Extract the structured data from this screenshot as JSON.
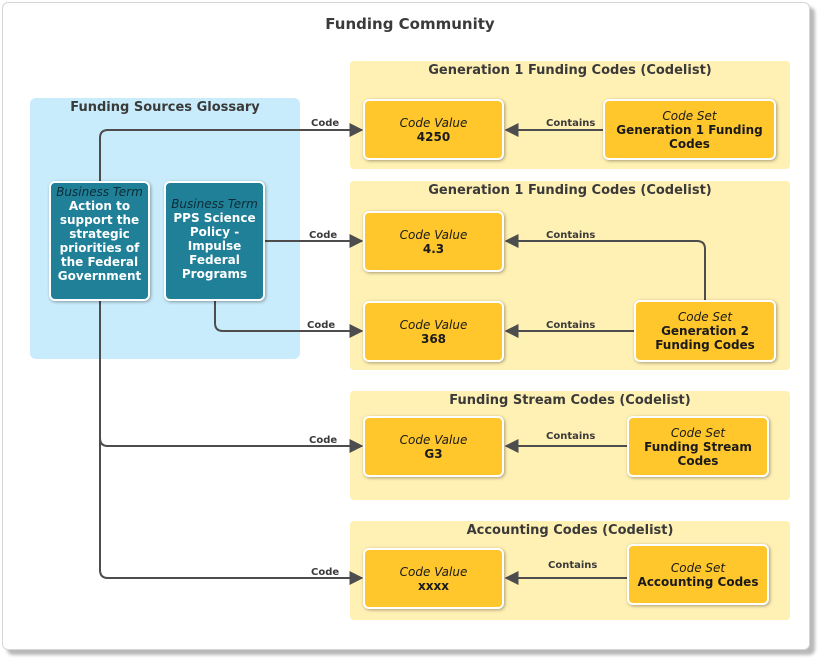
{
  "diagram": {
    "title": "Funding Community",
    "glossary": {
      "title": "Funding Sources Glossary",
      "terms": [
        {
          "type": "Business Term",
          "name": "Action to support the strategic priorities of the Federal Government"
        },
        {
          "type": "Business Term",
          "name": "PPS Science Policy - Impulse Federal Programs"
        }
      ]
    },
    "groups": [
      {
        "title": "Generation 1 Funding Codes (Codelist)",
        "code_set": {
          "type": "Code Set",
          "name": "Generation 1 Funding Codes"
        },
        "values": [
          {
            "type": "Code Value",
            "name": "4250"
          }
        ]
      },
      {
        "title": "Generation 1 Funding Codes (Codelist)",
        "code_set": {
          "type": "Code Set",
          "name": "Generation 2 Funding Codes"
        },
        "values": [
          {
            "type": "Code Value",
            "name": "4.3"
          },
          {
            "type": "Code Value",
            "name": "368"
          }
        ]
      },
      {
        "title": "Funding Stream Codes (Codelist)",
        "code_set": {
          "type": "Code Set",
          "name": "Funding Stream Codes"
        },
        "values": [
          {
            "type": "Code Value",
            "name": "G3"
          }
        ]
      },
      {
        "title": "Accounting Codes (Codelist)",
        "code_set": {
          "type": "Code Set",
          "name": "Accounting Codes"
        },
        "values": [
          {
            "type": "Code Value",
            "name": "xxxx"
          }
        ]
      }
    ],
    "edge_labels": {
      "code": "Code",
      "contains": "Contains"
    },
    "colors": {
      "code_node": "#ffc72c",
      "term_node": "#1f8098",
      "group_bg": "#fff0b3",
      "glossary_bg": "#c8ecfb",
      "edge": "#4d4d4d"
    }
  }
}
